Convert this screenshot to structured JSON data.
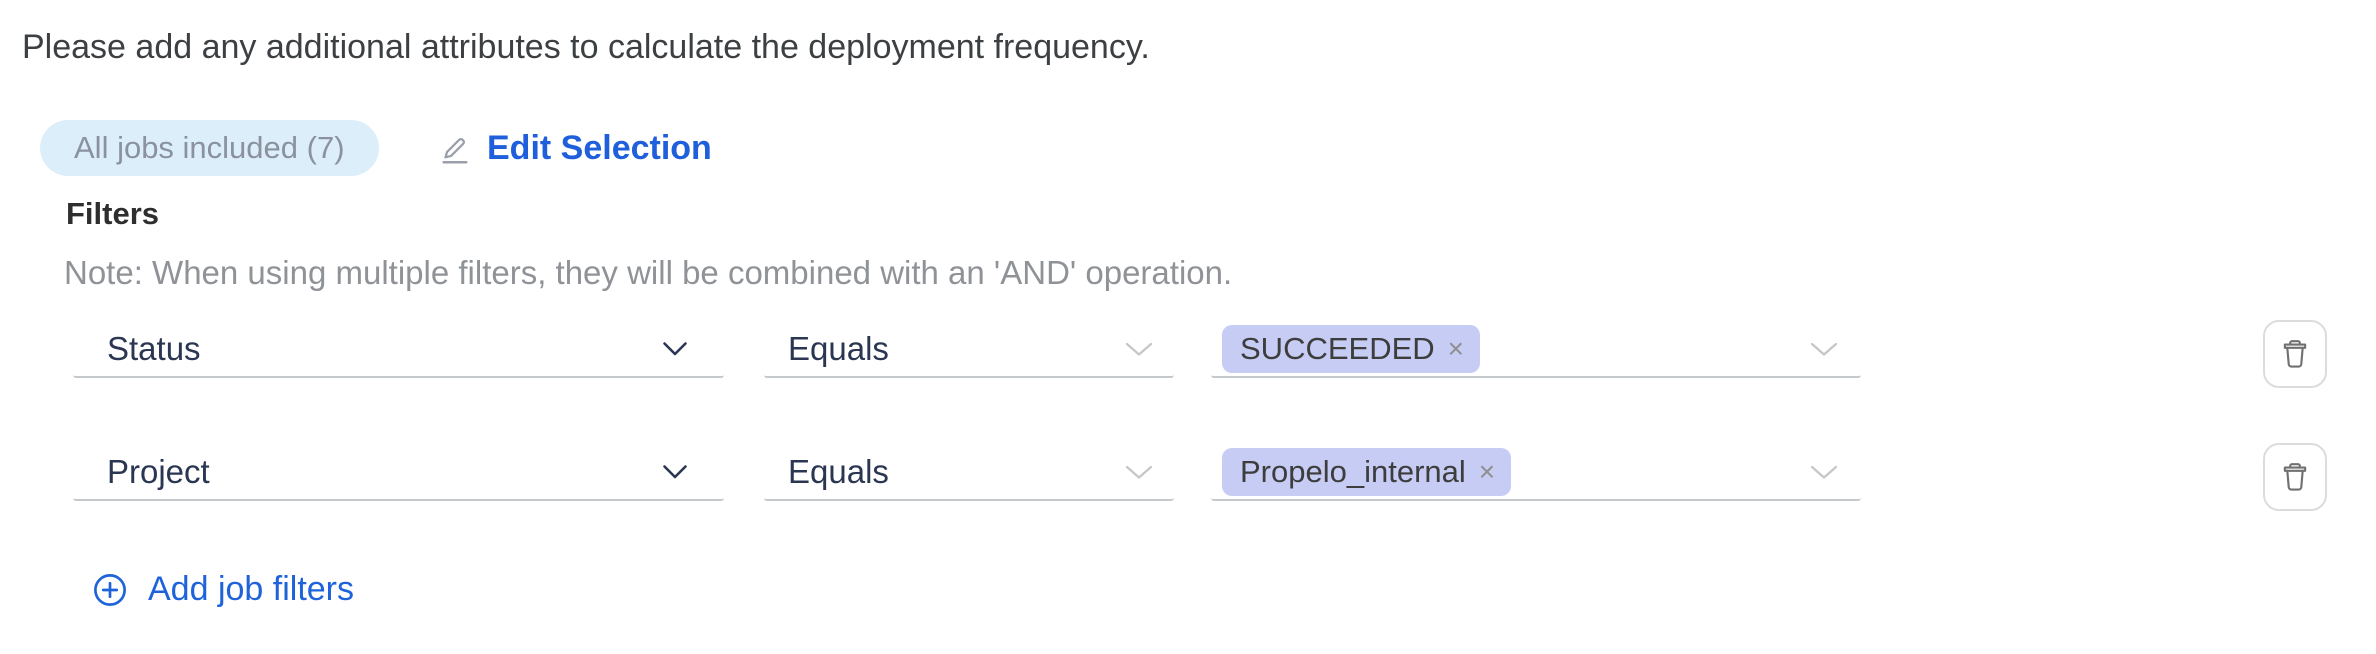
{
  "page": {
    "instruction": "Please add any additional attributes to calculate the deployment frequency."
  },
  "jobs_summary": {
    "badge_label": "All jobs included (7)",
    "edit_selection_label": "Edit Selection"
  },
  "filters_section": {
    "heading": "Filters",
    "note": "Note: When using multiple filters, they will be combined with an 'AND' operation.",
    "rows": [
      {
        "attribute": "Status",
        "operator": "Equals",
        "values": [
          {
            "label": "SUCCEEDED"
          }
        ]
      },
      {
        "attribute": "Project",
        "operator": "Equals",
        "values": [
          {
            "label": "Propelo_internal"
          }
        ]
      }
    ],
    "add_filter_label": "Add job filters"
  },
  "icons": {
    "remove_value": "×"
  },
  "colors": {
    "accent_blue": "#1f5fdc",
    "badge_bg": "#ddeefb",
    "badge_text": "#8a929e",
    "tag_bg": "#c6ccf3",
    "select_text": "#2a3652",
    "underline": "#c6c9cc",
    "muted_text": "#8f9296"
  }
}
